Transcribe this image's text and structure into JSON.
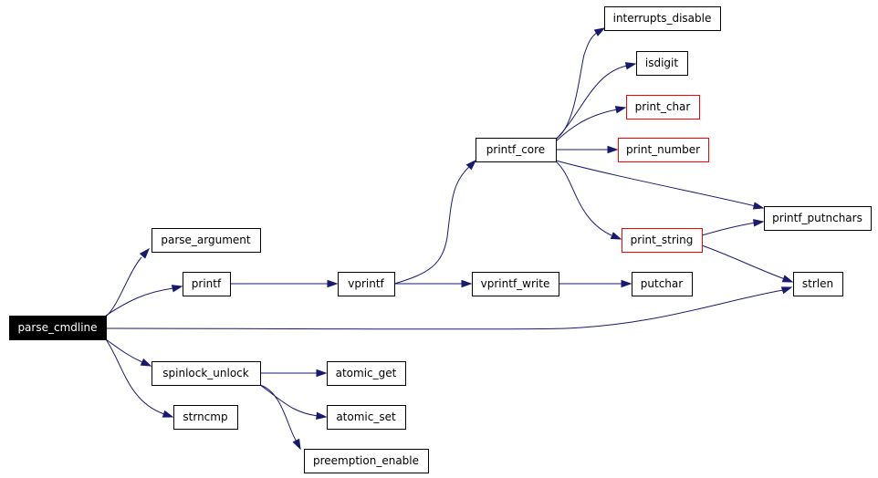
{
  "colors": {
    "edge": "#191970",
    "box_border": "#000000",
    "box_border_incomplete": "#ff0000",
    "root_fill": "#000000",
    "root_text": "#ffffff",
    "node_fill": "#ffffff"
  },
  "nodes": {
    "parse_cmdline": {
      "label": "parse_cmdline",
      "style": "root"
    },
    "parse_argument": {
      "label": "parse_argument",
      "style": "normal"
    },
    "printf": {
      "label": "printf",
      "style": "normal"
    },
    "spinlock_unlock": {
      "label": "spinlock_unlock",
      "style": "normal"
    },
    "strncmp": {
      "label": "strncmp",
      "style": "normal"
    },
    "vprintf": {
      "label": "vprintf",
      "style": "normal"
    },
    "atomic_get": {
      "label": "atomic_get",
      "style": "normal"
    },
    "atomic_set": {
      "label": "atomic_set",
      "style": "normal"
    },
    "preemption_enable": {
      "label": "preemption_enable",
      "style": "normal"
    },
    "printf_core": {
      "label": "printf_core",
      "style": "normal"
    },
    "vprintf_write": {
      "label": "vprintf_write",
      "style": "normal"
    },
    "putchar": {
      "label": "putchar",
      "style": "normal"
    },
    "interrupts_disable": {
      "label": "interrupts_disable",
      "style": "normal"
    },
    "isdigit": {
      "label": "isdigit",
      "style": "normal"
    },
    "print_char": {
      "label": "print_char",
      "style": "incomplete"
    },
    "print_number": {
      "label": "print_number",
      "style": "incomplete"
    },
    "print_string": {
      "label": "print_string",
      "style": "incomplete"
    },
    "printf_putnchars": {
      "label": "printf_putnchars",
      "style": "normal"
    },
    "strlen": {
      "label": "strlen",
      "style": "normal"
    }
  },
  "edges": [
    {
      "from": "parse_cmdline",
      "to": "parse_argument"
    },
    {
      "from": "parse_cmdline",
      "to": "printf"
    },
    {
      "from": "parse_cmdline",
      "to": "strlen"
    },
    {
      "from": "parse_cmdline",
      "to": "spinlock_unlock"
    },
    {
      "from": "parse_cmdline",
      "to": "strncmp"
    },
    {
      "from": "printf",
      "to": "vprintf"
    },
    {
      "from": "vprintf",
      "to": "printf_core"
    },
    {
      "from": "vprintf",
      "to": "vprintf_write"
    },
    {
      "from": "vprintf_write",
      "to": "putchar"
    },
    {
      "from": "printf_core",
      "to": "interrupts_disable"
    },
    {
      "from": "printf_core",
      "to": "isdigit"
    },
    {
      "from": "printf_core",
      "to": "print_char"
    },
    {
      "from": "printf_core",
      "to": "print_number"
    },
    {
      "from": "printf_core",
      "to": "printf_putnchars"
    },
    {
      "from": "printf_core",
      "to": "print_string"
    },
    {
      "from": "print_string",
      "to": "printf_putnchars"
    },
    {
      "from": "print_string",
      "to": "strlen"
    },
    {
      "from": "spinlock_unlock",
      "to": "atomic_get"
    },
    {
      "from": "spinlock_unlock",
      "to": "atomic_set"
    },
    {
      "from": "spinlock_unlock",
      "to": "preemption_enable"
    }
  ]
}
